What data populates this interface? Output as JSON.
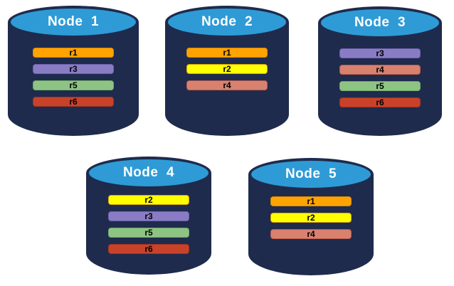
{
  "diagram": {
    "type": "database-replication-node-diagram",
    "background": "#FFFFFF"
  },
  "colors": {
    "cylinder_body": "#1E2B4D",
    "cylinder_top_fill": "#2E9BD6",
    "node_title_text": "#FFFFFF",
    "bar_label_text": "#000000"
  },
  "regions": {
    "r1": {
      "fill": "#FFA302",
      "border": "#D88A00"
    },
    "r2": {
      "fill": "#FFFF00",
      "border": "#D9A400"
    },
    "r3": {
      "fill": "#8A7CC4",
      "border": "#6F61AD"
    },
    "r4": {
      "fill": "#D9816F",
      "border": "#BE5A49"
    },
    "r5": {
      "fill": "#8EC483",
      "border": "#6FA968"
    },
    "r6": {
      "fill": "#C8422A",
      "border": "#A23320"
    }
  },
  "nodes": [
    {
      "label": "Node  1",
      "regions": [
        "r1",
        "r3",
        "r5",
        "r6"
      ]
    },
    {
      "label": "Node  2",
      "regions": [
        "r1",
        "r2",
        "r4"
      ]
    },
    {
      "label": "Node  3",
      "regions": [
        "r3",
        "r4",
        "r5",
        "r6"
      ]
    },
    {
      "label": "Node  4",
      "regions": [
        "r2",
        "r3",
        "r5",
        "r6"
      ]
    },
    {
      "label": "Node  5",
      "regions": [
        "r1",
        "r2",
        "r4"
      ]
    }
  ]
}
